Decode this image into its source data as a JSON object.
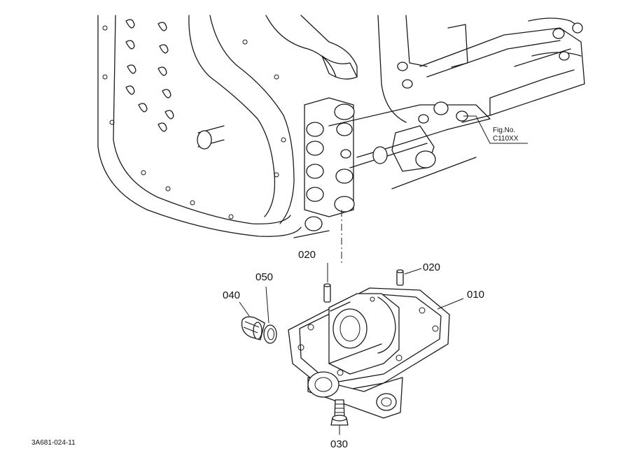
{
  "callouts": {
    "part_010": "010",
    "part_020_left": "020",
    "part_020_right": "020",
    "part_030": "030",
    "part_040": "040",
    "part_050": "050"
  },
  "figure_reference": {
    "line1": "Fig.No.",
    "line2": "C110XX"
  },
  "drawing_number": "3A681-024-11"
}
